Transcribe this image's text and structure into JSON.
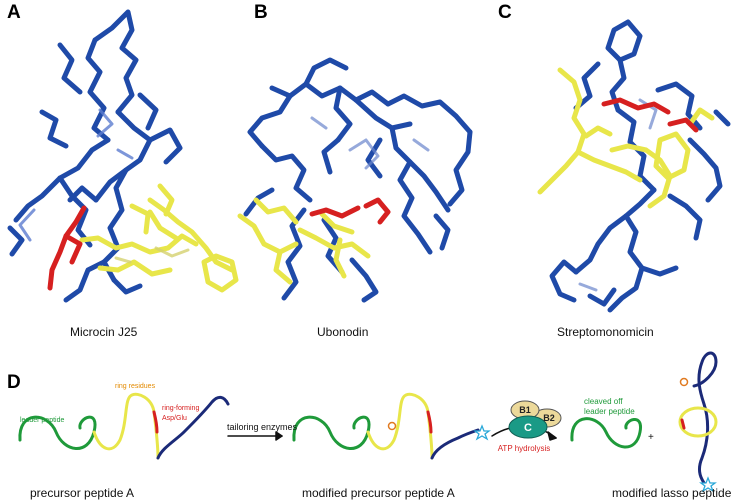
{
  "panels": {
    "a": {
      "letter": "A",
      "caption": "Microcin J25"
    },
    "b": {
      "letter": "B",
      "caption": "Ubonodin"
    },
    "c": {
      "letter": "C",
      "caption": "Streptomonomicin"
    },
    "d": {
      "letter": "D"
    }
  },
  "scheme": {
    "leader_peptide": "leader peptide",
    "ring_residues": "ring residues",
    "ring_forming_1": "ring-forming",
    "ring_forming_2": "Asp/Glu",
    "tailoring_enzymes": "tailoring enzymes",
    "enzyme_b1": "B1",
    "enzyme_b2": "B2",
    "enzyme_c": "C",
    "atp_hydrolysis": "ATP hydrolysis",
    "cleaved_1": "cleaved off",
    "cleaved_2": "leader peptide",
    "plus": "+",
    "precursor_caption": "precursor peptide A",
    "modified_precursor_caption": "modified precursor peptide A",
    "modified_lasso_caption": "modified lasso peptide"
  },
  "colors": {
    "blue": "#1f4aa8",
    "yellow": "#e8e64a",
    "red": "#d62020",
    "green": "#1f9a3a",
    "navy": "#1b2a78",
    "orange": "#e07a20",
    "cyan": "#2aa8d8",
    "teal": "#1a9a86",
    "beige": "#ecd99a"
  }
}
